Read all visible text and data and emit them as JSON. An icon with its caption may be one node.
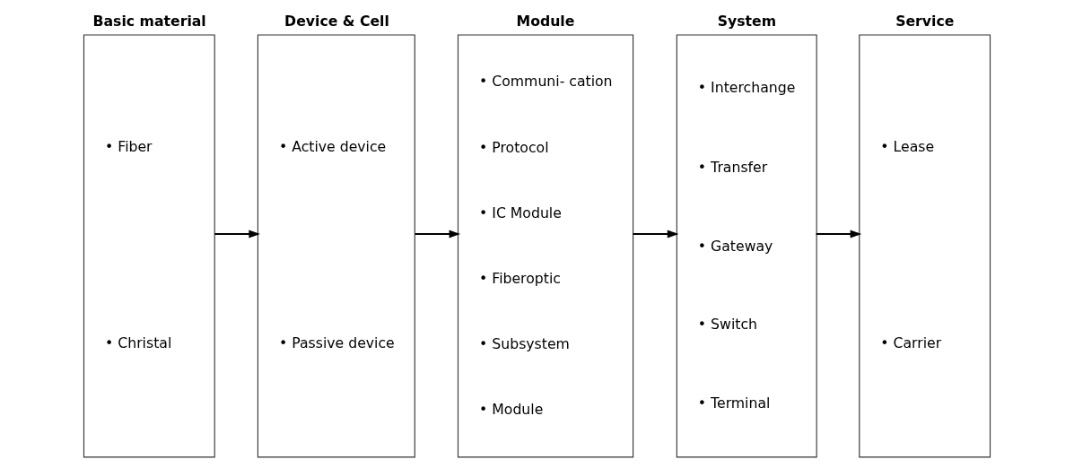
{
  "diagram": {
    "nodes": [
      {
        "text": [
          "Basic material",
          "• Fiber",
          "• Christal"
        ]
      },
      {
        "text": [
          "Device & Cell",
          "• Active device",
          "• Passive device"
        ]
      },
      {
        "text": [
          "Module",
          "• Communi- cation",
          "• Protocol",
          "• IC Module",
          "• Fiberoptic",
          "• Subsystem",
          "• Module"
        ]
      },
      {
        "text": [
          "System",
          "• Interchange",
          "• Transfer",
          "• Gateway",
          "• Switch",
          "• Terminal"
        ]
      },
      {
        "text": [
          "Service",
          "• Lease",
          "• Carrier"
        ]
      }
    ],
    "edges": [
      {
        "from": 0,
        "to": 1,
        "arrow": "to"
      },
      {
        "from": 1,
        "to": 2,
        "arrow": "to"
      },
      {
        "from": 2,
        "to": 3,
        "arrow": "to"
      },
      {
        "from": 3,
        "to": 4,
        "arrow": "to"
      }
    ]
  }
}
